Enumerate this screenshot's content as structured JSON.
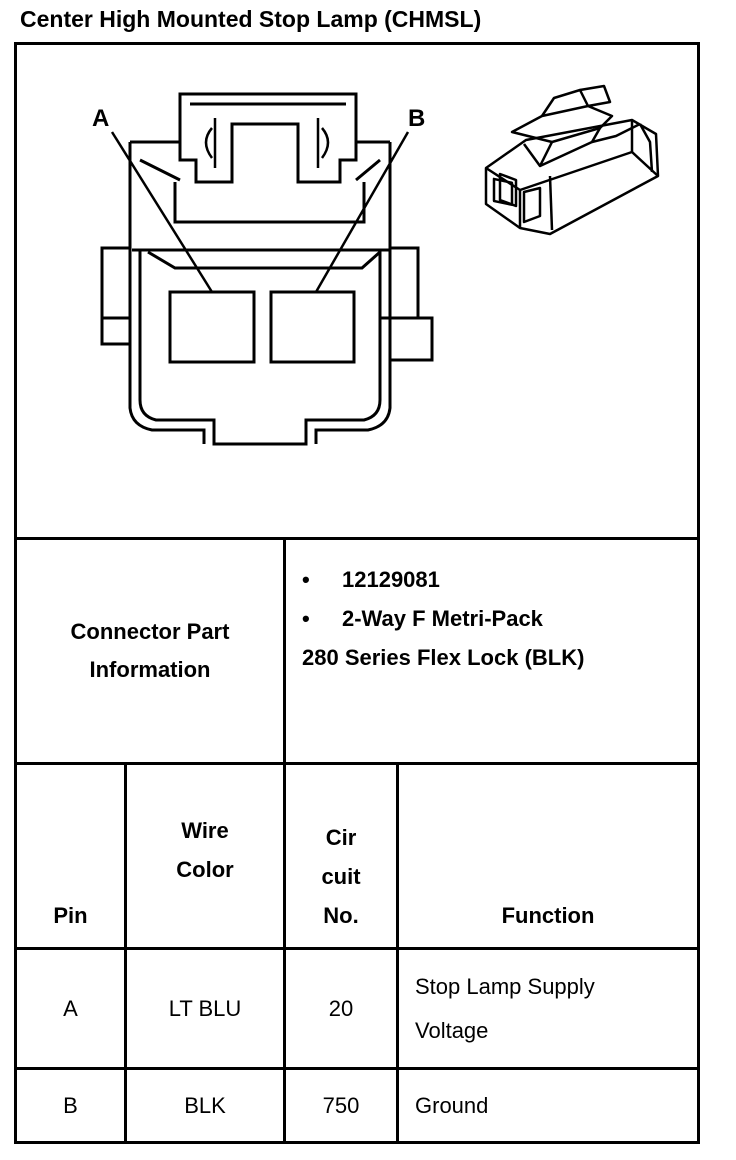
{
  "title": "Center High Mounted Stop Lamp (CHMSL)",
  "diagram": {
    "pin_labels": [
      "A",
      "B"
    ],
    "line_color": "#000000"
  },
  "connector_info": {
    "label": "Connector Part Information",
    "label_line1": "Connector Part",
    "label_line2": "Information",
    "bullets": [
      "12129081",
      "2-Way F Metri-Pack"
    ],
    "bullet_glyph": "•",
    "continuation": "280 Series Flex Lock (BLK)"
  },
  "table": {
    "headers": {
      "pin": "Pin",
      "wire_color_line1": "Wire",
      "wire_color_line2": "Color",
      "circuit_line1": "Cir",
      "circuit_line2": "cuit",
      "circuit_line3": "No.",
      "function": "Function"
    },
    "rows": [
      {
        "pin": "A",
        "wire_color": "LT BLU",
        "circuit": "20",
        "function_line1": "Stop Lamp Supply",
        "function_line2": "Voltage"
      },
      {
        "pin": "B",
        "wire_color": "BLK",
        "circuit": "750",
        "function_line1": "Ground",
        "function_line2": ""
      }
    ]
  }
}
